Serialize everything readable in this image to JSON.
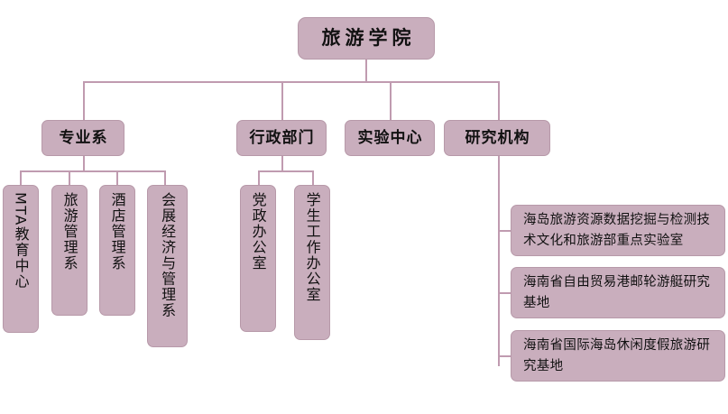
{
  "chart_data": {
    "type": "diagram",
    "diagram_type": "organizational-tree",
    "title": "旅游学院",
    "orientation": "top-down",
    "node_fill": "#c9aebd",
    "node_border": "#b799a9",
    "connector_color": "#c09bb0",
    "background": "#ffffff",
    "text_color": "#111111"
  },
  "root": {
    "label": "旅游学院"
  },
  "level2": [
    {
      "label": "专业系"
    },
    {
      "label": "行政部门"
    },
    {
      "label": "实验中心"
    },
    {
      "label": "研究机构"
    }
  ],
  "departments": [
    {
      "label": "MTA教育中心"
    },
    {
      "label": "旅游管理系"
    },
    {
      "label": "酒店管理系"
    },
    {
      "label": "会展经济与管理系"
    }
  ],
  "administration": [
    {
      "label": "党政办公室"
    },
    {
      "label": "学生工作办公室"
    }
  ],
  "research_institutes": [
    {
      "label": "海岛旅游资源数据挖掘与检测技术文化和旅游部重点实验室"
    },
    {
      "label": "海南省自由贸易港邮轮游艇研究基地"
    },
    {
      "label": "海南省国际海岛休闲度假旅游研究基地"
    }
  ]
}
